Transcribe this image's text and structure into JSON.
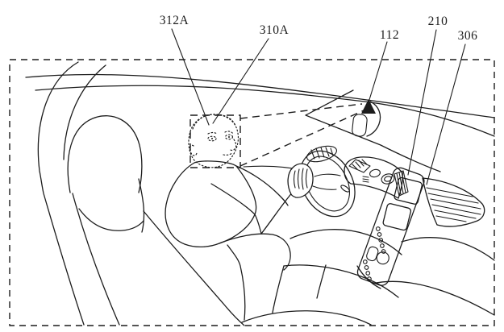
{
  "figure": {
    "kind": "patent-line-drawing",
    "colors": {
      "ink": "#1c1c1c",
      "background": "#ffffff",
      "camera_fill": "#141414"
    },
    "reference_labels": [
      {
        "text": "312A"
      },
      {
        "text": "310A"
      },
      {
        "text": "112"
      },
      {
        "text": "210"
      },
      {
        "text": "306"
      }
    ],
    "icons": [
      {
        "name": "camera-sensor-icon",
        "glyph": "filled-triangle"
      },
      {
        "name": "rearview-mirror",
        "glyph": "rounded-rect"
      },
      {
        "name": "face-detection-box",
        "glyph": "dashed-rect"
      }
    ]
  }
}
